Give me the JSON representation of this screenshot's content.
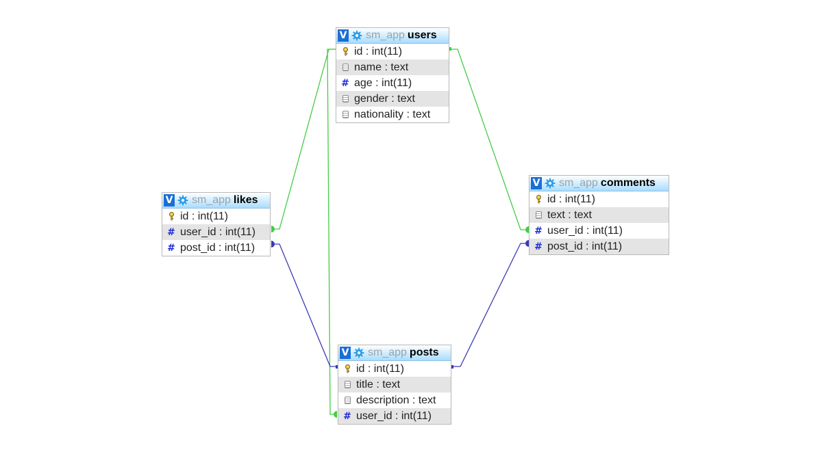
{
  "colors": {
    "user_relation": "#44cc44",
    "post_relation": "#3a3ab8",
    "header_toggle": "#1a6fd6",
    "gear": "#2b9be8",
    "db_text": "#9aa3aa",
    "alt_row": "#e4e4e4"
  },
  "icons": {
    "primary_key": "key-icon",
    "integer": "hash-icon",
    "text": "document-icon",
    "toggle": "v-toggle-icon",
    "options": "gear-icon"
  },
  "tables": {
    "users": {
      "toggle": "V",
      "db": "sm_app",
      "name": "users",
      "columns": [
        {
          "text": "id : int(11)",
          "icon": "key"
        },
        {
          "text": "name : text",
          "icon": "doc"
        },
        {
          "text": "age : int(11)",
          "icon": "hash"
        },
        {
          "text": "gender : text",
          "icon": "doc"
        },
        {
          "text": "nationality : text",
          "icon": "doc"
        }
      ]
    },
    "likes": {
      "toggle": "V",
      "db": "sm_app",
      "name": "likes",
      "columns": [
        {
          "text": "id : int(11)",
          "icon": "key"
        },
        {
          "text": "user_id : int(11)",
          "icon": "hash"
        },
        {
          "text": "post_id : int(11)",
          "icon": "hash"
        }
      ]
    },
    "comments": {
      "toggle": "V",
      "db": "sm_app",
      "name": "comments",
      "columns": [
        {
          "text": "id : int(11)",
          "icon": "key"
        },
        {
          "text": "text : text",
          "icon": "doc"
        },
        {
          "text": "user_id : int(11)",
          "icon": "hash"
        },
        {
          "text": "post_id : int(11)",
          "icon": "hash"
        }
      ]
    },
    "posts": {
      "toggle": "V",
      "db": "sm_app",
      "name": "posts",
      "columns": [
        {
          "text": "id : int(11)",
          "icon": "key"
        },
        {
          "text": "title : text",
          "icon": "doc"
        },
        {
          "text": "description : text",
          "icon": "doc"
        },
        {
          "text": "user_id : int(11)",
          "icon": "hash"
        }
      ]
    }
  }
}
